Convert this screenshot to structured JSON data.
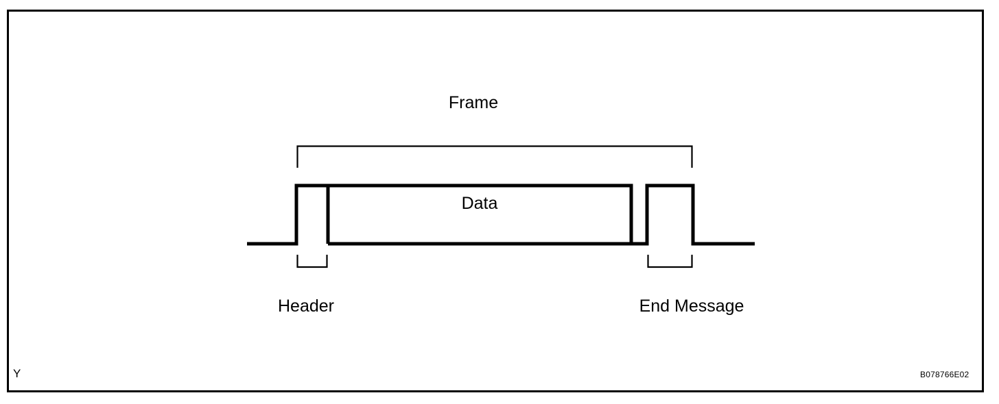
{
  "figure": {
    "corner_mark": "Y",
    "code": "B078766E02",
    "border_color": "#000000",
    "background_color": "#ffffff",
    "line_color": "#000000"
  },
  "labels": {
    "frame": "Frame",
    "data": "Data",
    "header": "Header",
    "end_message": "End Message"
  },
  "chart_data": {
    "type": "line",
    "title": "Frame",
    "xlabel": "",
    "ylabel": "",
    "description": "Digital serial communication frame timing waveform: a Header pulse, followed by a long Data block held high, followed by an End Message pulse, all returning to a low baseline.",
    "xlim": [
      360,
      1100
    ],
    "ylim": [
      271,
      356
    ],
    "grid": false,
    "legend": null,
    "signal_levels": {
      "low_y": 356,
      "high_y": 271
    },
    "segments": [
      {
        "name": "idle-low-left",
        "level": "low",
        "x_start": 360,
        "x_end": 432
      },
      {
        "name": "header-pulse",
        "level": "high",
        "x_start": 432,
        "x_end": 478
      },
      {
        "name": "gap-after-header",
        "level": "low",
        "x_start": 478,
        "x_end": 478
      },
      {
        "name": "data-block",
        "level": "high",
        "x_start": 478,
        "x_end": 920
      },
      {
        "name": "gap-before-end",
        "level": "low",
        "x_start": 920,
        "x_end": 943
      },
      {
        "name": "end-message-pulse",
        "level": "high",
        "x_start": 943,
        "x_end": 1010
      },
      {
        "name": "idle-low-right",
        "level": "low",
        "x_start": 1010,
        "x_end": 1100
      }
    ],
    "annotations": [
      {
        "name": "frame-bracket",
        "label": "Frame",
        "x_start": 432,
        "x_end": 1010,
        "position": "above",
        "bracket_y": 212,
        "tick_end_y": 245
      },
      {
        "name": "data-label",
        "label": "Data",
        "x_start": 478,
        "x_end": 920,
        "position": "inside"
      },
      {
        "name": "header-bracket",
        "label": "Header",
        "x_start": 432,
        "x_end": 478,
        "position": "below",
        "bracket_y": 391,
        "tick_start_y": 372
      },
      {
        "name": "end-message-bracket",
        "label": "End Message",
        "x_start": 943,
        "x_end": 1010,
        "position": "below",
        "bracket_y": 391,
        "tick_start_y": 372
      }
    ]
  }
}
